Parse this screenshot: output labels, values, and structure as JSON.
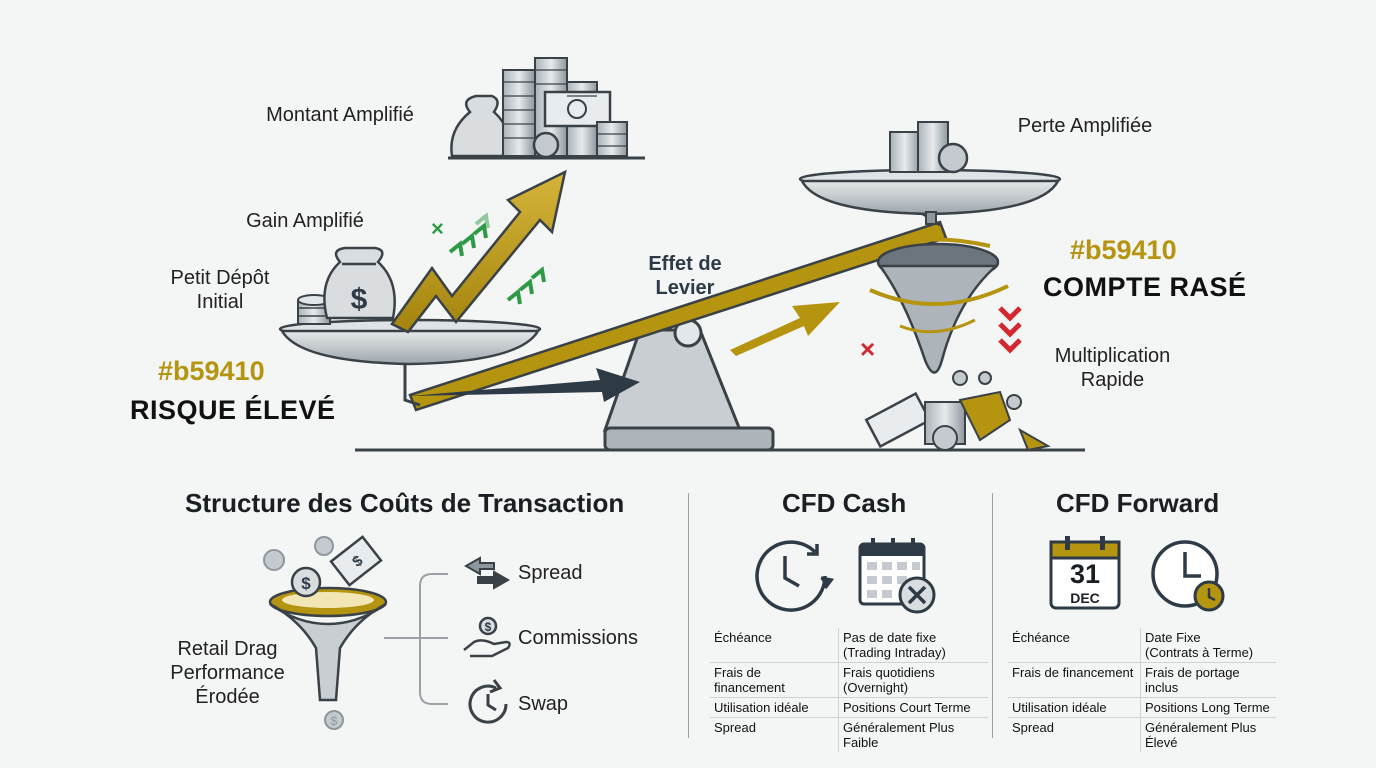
{
  "top": {
    "montant_amplifie": "Montant Amplifié",
    "gain_amplifie": "Gain Amplifié",
    "petit_depot": "Petit Dépôt\nInitial",
    "left_hex": "#b59410",
    "left_risk": "RISQUE ÉLEVÉ",
    "effet_levier": "Effet de\nLevier",
    "perte_amplifiee": "Perte Amplifiée",
    "right_hex": "#b59410",
    "right_risk": "COMPTE RASÉ",
    "multiplication": "Multiplication\nRapide"
  },
  "costs": {
    "title": "Structure des Coûts de Transaction",
    "funnel_label": "Retail Drag\nPerformance\nÉrodée",
    "items": [
      "Spread",
      "Commissions",
      "Swap"
    ],
    "icons": [
      "exchange-arrows-icon",
      "hand-coin-icon",
      "clock-cycle-icon"
    ]
  },
  "cfd_cash": {
    "title": "CFD Cash",
    "rows": [
      {
        "label": "Échéance",
        "value": "Pas de date fixe\n(Trading Intraday)"
      },
      {
        "label": "Frais de financement",
        "value": "Frais quotidiens (Overnight)"
      },
      {
        "label": "Utilisation idéale",
        "value": "Positions Court Terme"
      },
      {
        "label": "Spread",
        "value": "Généralement Plus Faible"
      }
    ]
  },
  "cfd_forward": {
    "title": "CFD Forward",
    "calendar_day": "31",
    "calendar_month": "DEC",
    "rows": [
      {
        "label": "Échéance",
        "value": "Date Fixe\n(Contrats à Terme)"
      },
      {
        "label": "Frais de financement",
        "value": "Frais de portage inclus"
      },
      {
        "label": "Utilisation idéale",
        "value": "Positions Long Terme"
      },
      {
        "label": "Spread",
        "value": "Généralement Plus Élevé"
      }
    ]
  },
  "colors": {
    "gold": "#b59410",
    "dark": "#2e3a46",
    "green": "#2f9a45",
    "red": "#d3282e",
    "silver": "#9aa3aa"
  }
}
